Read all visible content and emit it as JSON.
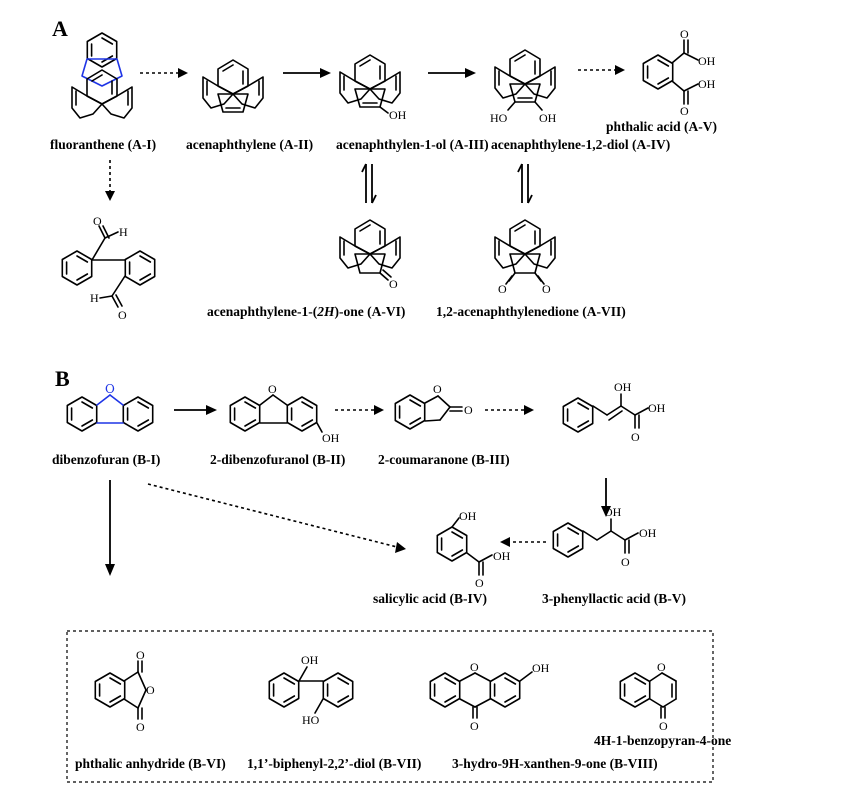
{
  "panels": {
    "a": "A",
    "b": "B"
  },
  "labels": {
    "A_I": "fluoranthene (A-I)",
    "A_II": "acenaphthylene (A-II)",
    "A_III": "acenaphthylen-1-ol (A-III)",
    "A_IV": "acenaphthylene-1,2-diol (A-IV)",
    "A_V": "phthalic acid (A-V)",
    "A_VI_pre": "acenaphthylene-1-(",
    "A_VI_it": "2H",
    "A_VI_post": ")-one (A-VI)",
    "A_VII": "1,2-acenaphthylenedione (A-VII)",
    "B_I": "dibenzofuran (B-I)",
    "B_II": "2-dibenzofuranol (B-II)",
    "B_III": "2-coumaranone (B-III)",
    "B_IV": "salicylic acid (B-IV)",
    "B_V": "3-phenyllactic acid (B-V)",
    "B_VI": "phthalic anhydride (B-VI)",
    "B_VII": "1,1’-biphenyl-2,2’-diol (B-VII)",
    "B_VIII": "3-hydro-9H-xanthen-9-one (B-VIII)",
    "B_IX": "4H-1-benzopyran-4-one"
  },
  "atoms": {
    "oh": "OH",
    "ho": "HO",
    "o": "O",
    "h": "H"
  },
  "colors": {
    "highlight": "#1f35e6",
    "ink": "#000000"
  }
}
